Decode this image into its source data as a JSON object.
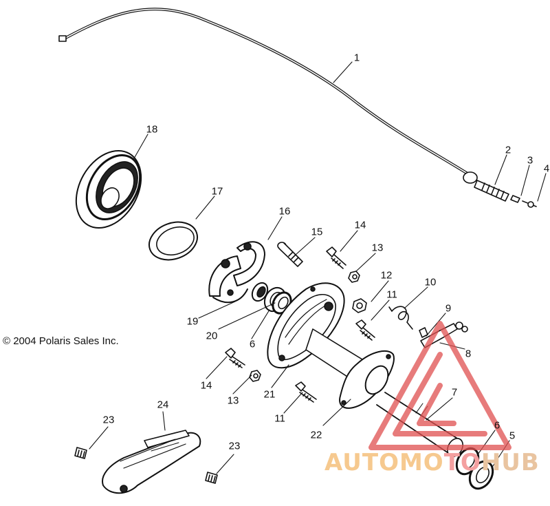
{
  "copyright": "© 2004 Polaris Sales Inc.",
  "callouts": {
    "c1": "1",
    "c2": "2",
    "c3": "3",
    "c4": "4",
    "c5": "5",
    "c6a": "6",
    "c6b": "6",
    "c7": "7",
    "c8": "8",
    "c9": "9",
    "c10": "10",
    "c11a": "11",
    "c11b": "11",
    "c12": "12",
    "c13a": "13",
    "c13b": "13",
    "c14a": "14",
    "c14b": "14",
    "c15": "15",
    "c16": "16",
    "c17": "17",
    "c18": "18",
    "c19": "19",
    "c20": "20",
    "c21": "21",
    "c22": "22",
    "c23a": "23",
    "c23b": "23",
    "c24": "24"
  },
  "watermark": {
    "part1": "AUTOMO",
    "part2": "TO",
    "part3": "HUB",
    "colors": {
      "orange": "#f6c98f",
      "red": "#e05050"
    }
  }
}
